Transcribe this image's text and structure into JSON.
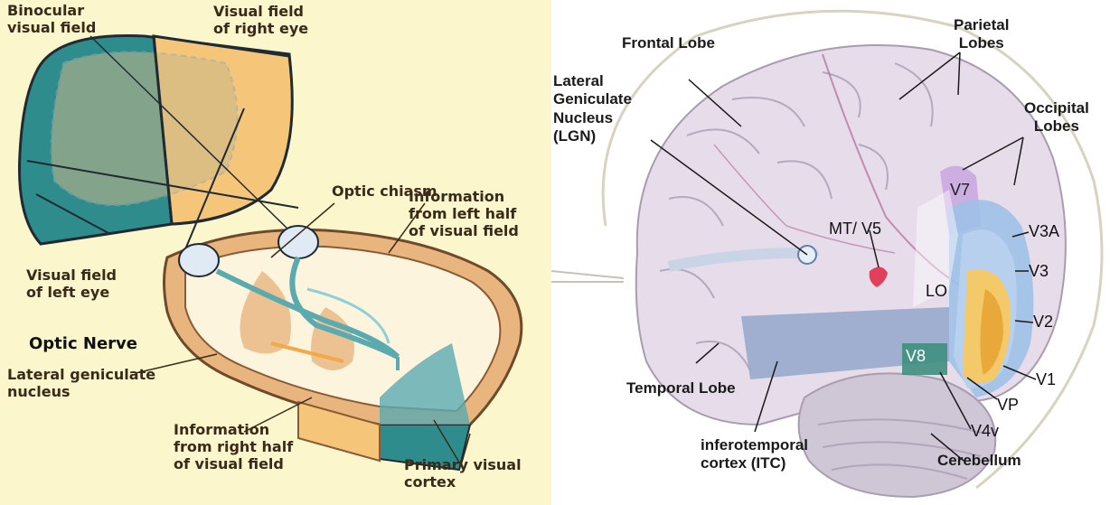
{
  "left": {
    "binocular": [
      "Binocular",
      "visual field"
    ],
    "right_eye": [
      "Visual field",
      "of right eye"
    ],
    "left_eye": [
      "Visual field",
      "of left eye"
    ],
    "optic_chiasm": "Optic chiasm",
    "info_left": [
      "Information",
      "from left half",
      "of visual field"
    ],
    "optic_nerve": "Optic Nerve",
    "lgn": [
      "Lateral geniculate",
      "nucleus"
    ],
    "info_right": [
      "Information",
      "from right half",
      "of visual field"
    ],
    "primary_cortex": [
      "Primary visual",
      "cortex"
    ],
    "colors": {
      "background": "#fbf6cc",
      "left_field": "#2f8c8c",
      "right_field": "#f5c57a",
      "outline": "#1f2a33"
    }
  },
  "right": {
    "frontal": "Frontal Lobe",
    "parietal": [
      "Parietal",
      "Lobes"
    ],
    "occipital": [
      "Occipital",
      "Lobes"
    ],
    "lgn": [
      "Lateral",
      "Geniculate",
      "Nucleus",
      "(LGN)"
    ],
    "areas": {
      "mt": "MT/ V5",
      "v7": "V7",
      "v3a": "V3A",
      "v3": "V3",
      "lo": "LO",
      "v2": "V2",
      "v1": "V1",
      "v8": "V8",
      "vp": "VP",
      "v4v": "V4v"
    },
    "temporal": "Temporal Lobe",
    "itc": [
      "inferotemporal",
      "cortex (ITC)"
    ],
    "cerebellum": "Cerebellum",
    "colors": {
      "brain": "#e6dcea",
      "v1": "#e9a93a",
      "v2": "#f4c96a",
      "v3": "#9ec0e8",
      "v7": "#c9a9e0",
      "v8": "#3f8f7f",
      "mt": "#e0405a"
    }
  }
}
